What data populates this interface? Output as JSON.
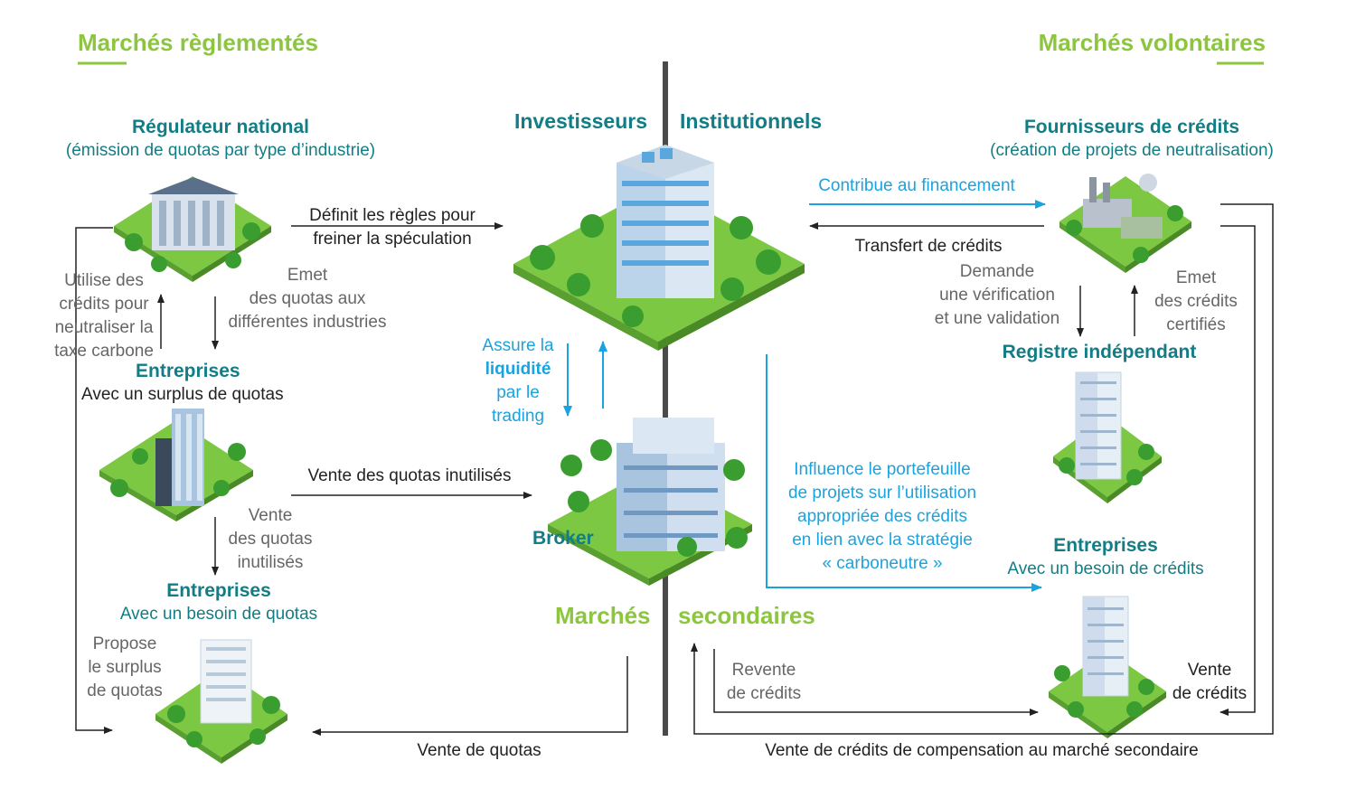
{
  "colors": {
    "teal": "#127d85",
    "green": "#8cc63f",
    "blue": "#1aa3de",
    "gray_text": "#666666",
    "dark_text": "#222222",
    "grass": "#7cc843",
    "tree": "#3a9d2f"
  },
  "headers": {
    "regulated": "Marchés règlementés",
    "voluntary": "Marchés volontaires",
    "secondary_left": "Marchés",
    "secondary_right": "secondaires"
  },
  "nodes": {
    "regulator": {
      "title": "Régulateur national",
      "subtitle": "(émission de quotas par type d’industrie)",
      "icon": "government-building-icon"
    },
    "companies_surplus": {
      "title": "Entreprises",
      "subtitle": "Avec un surplus de quotas",
      "icon": "office-tower-icon"
    },
    "companies_need_quotas": {
      "title": "Entreprises",
      "subtitle": "Avec un besoin de quotas",
      "icon": "small-office-icon"
    },
    "investors": {
      "left": "Investisseurs",
      "right": "Institutionnels",
      "icon": "headquarters-tower-icon"
    },
    "broker": {
      "title": "Broker",
      "icon": "glass-office-icon"
    },
    "credit_suppliers": {
      "title": "Fournisseurs de crédits",
      "subtitle": "(création de projets de neutralisation)",
      "icon": "factory-icon"
    },
    "registry": {
      "title": "Registre indépendant",
      "icon": "registry-tower-icon"
    },
    "companies_need_credits": {
      "title": "Entreprises",
      "subtitle": "Avec un besoin de crédits",
      "icon": "corporate-building-icon"
    }
  },
  "labels": {
    "defines_rules": "Définit les règles pour\nfreiner la spéculation",
    "issues_quotas": "Emet\ndes quotas aux\ndifférentes industries",
    "uses_credits": "Utilise des\ncrédits pour\nneutraliser la\ntaxe carbone",
    "sells_unused": "Vente des quotas inutilisés",
    "sale_unused_vertical": "Vente\ndes quotas\ninutilisés",
    "proposes_surplus": "Propose\nle surplus\nde quotas",
    "liquidity_1": "Assure la",
    "liquidity_2": "liquidité",
    "liquidity_3": "par le\ntrading",
    "contributes_financing": "Contribue au financement",
    "credit_transfer": "Transfert de crédits",
    "requests_verification": "Demande\nune vérification\net une validation",
    "issues_certified": "Emet\ndes crédits\ncertifiés",
    "influence_portfolio": "Influence le portefeuille\nde projets sur l’utilisation\nappropriée des crédits\nen lien avec la stratégie\n« carboneutre »",
    "resale_credits": "Revente\nde crédits",
    "sale_credits": "Vente\nde crédits",
    "sale_quotas": "Vente de quotas",
    "sale_compensation": "Vente de crédits de compensation au marché secondaire"
  }
}
